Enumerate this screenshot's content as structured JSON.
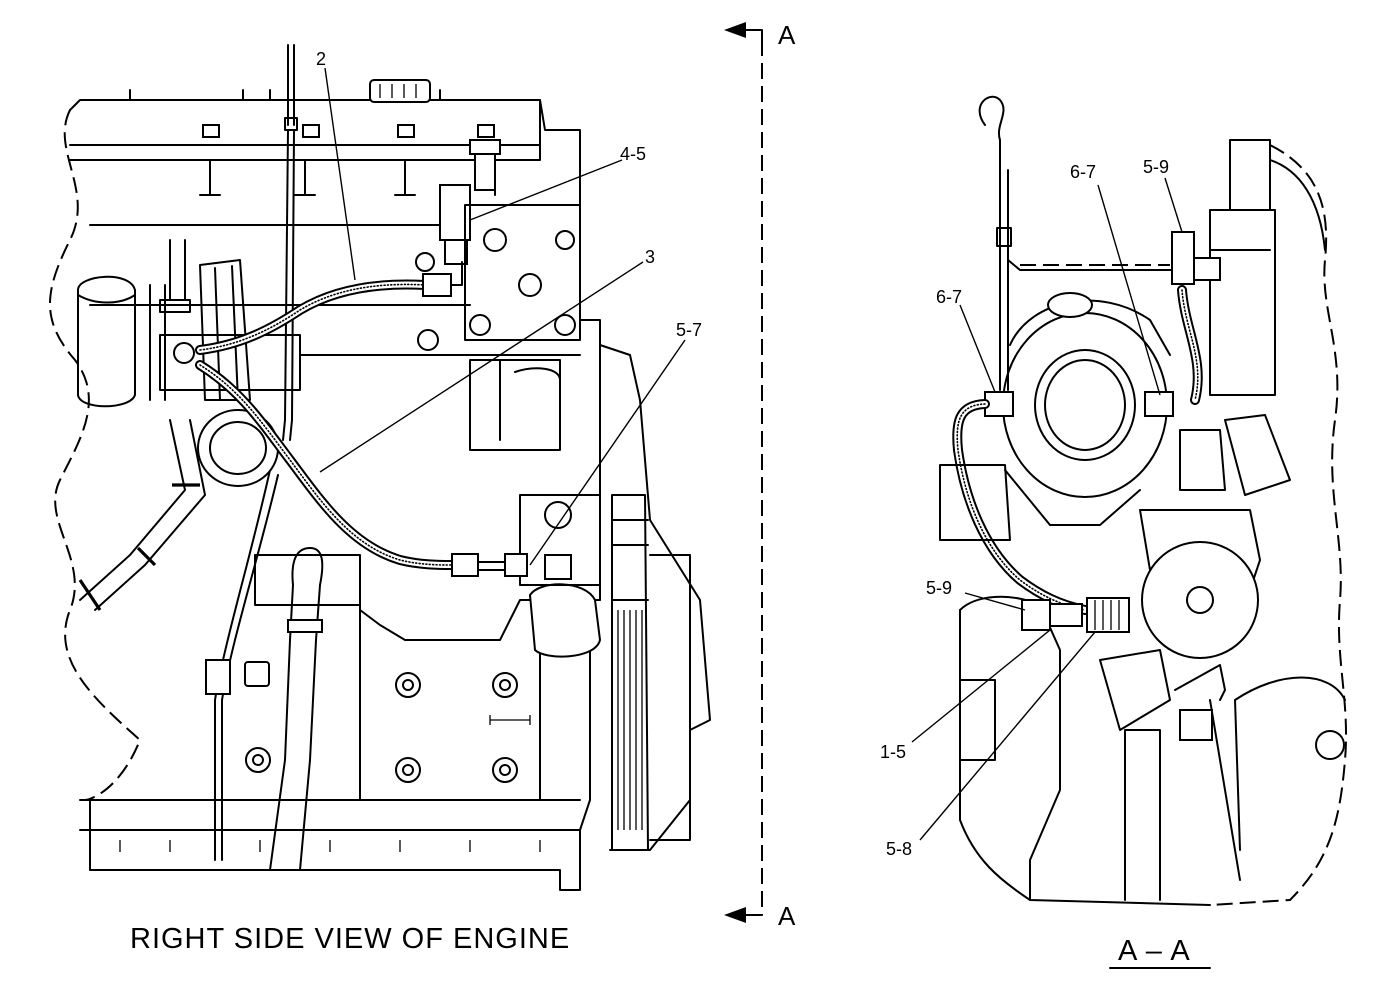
{
  "main_view": {
    "caption": "RIGHT SIDE VIEW OF ENGINE",
    "section_marker": {
      "top_letter": "A",
      "bottom_letter": "A"
    },
    "callouts": [
      "2",
      "4-5",
      "3",
      "5-7"
    ]
  },
  "section_view": {
    "caption": "A – A",
    "callouts": [
      "6-7",
      "5-9",
      "6-7",
      "5-9",
      "1-5",
      "5-8"
    ]
  }
}
